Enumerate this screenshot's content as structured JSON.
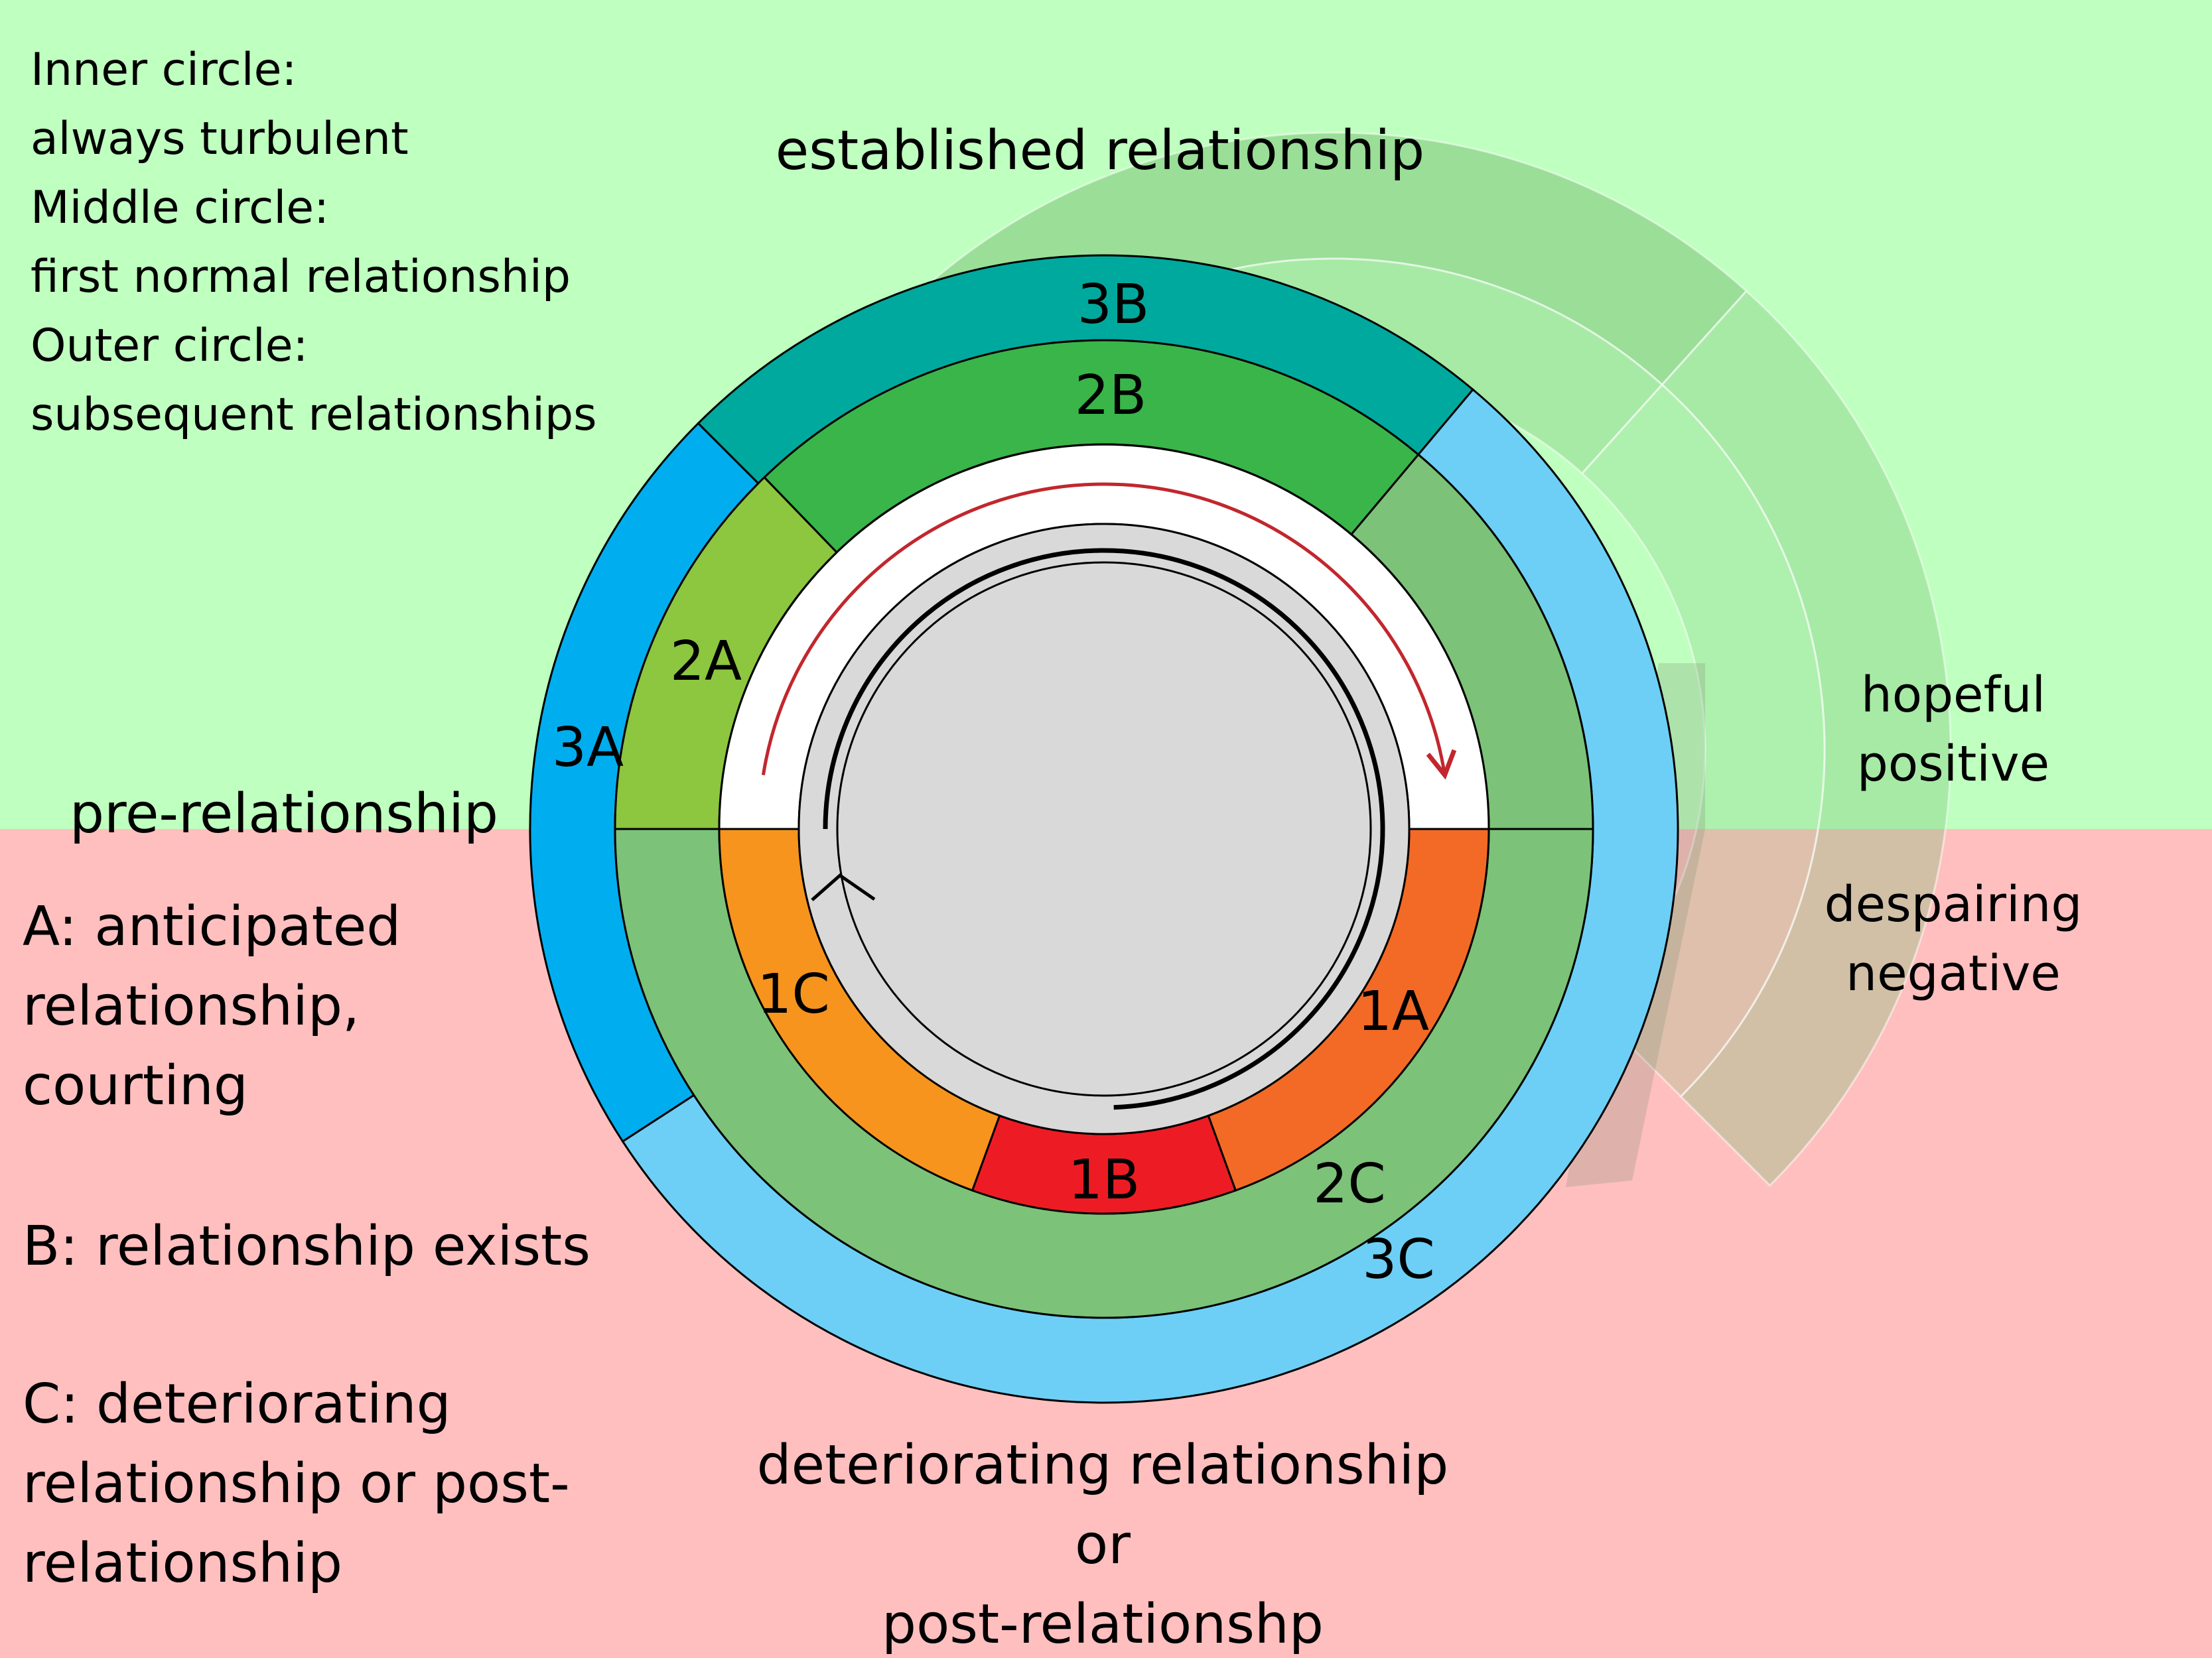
{
  "colors": {
    "positive_bg": "#bfffbf",
    "negative_bg": "#ffbfbf",
    "seg_1A": "#f26a25",
    "seg_1B": "#ed1c24",
    "seg_1C": "#f7941d",
    "seg_2A": "#8dc63f",
    "seg_2B": "#39b54a",
    "seg_2C": "#7cc278",
    "seg_3A": "#00aeef",
    "seg_3B": "#00a99d",
    "seg_3C": "#6dcff6",
    "core": "#d9d9d9",
    "arrow_red": "#c1272d",
    "ghost_green": "#7cc278"
  },
  "legend": {
    "lines": [
      "Inner circle:",
      "always turbulent",
      "Middle circle:",
      "first normal relationship",
      "Outer circle:",
      "subsequent relationships"
    ]
  },
  "phases": {
    "established": "established relationship",
    "pre": "pre-relationship",
    "deteriorating_line1": "deteriorating relationship",
    "deteriorating_line2": "or",
    "deteriorating_line3": "post-relationshp"
  },
  "key": {
    "a_line1": "A: anticipated",
    "a_line2": "relationship,",
    "a_line3": "courting",
    "b_line1": "B: relationship exists",
    "c_line1": "C: deteriorating",
    "c_line2": "relationship or post-",
    "c_line3": "relationship"
  },
  "side": {
    "hopeful": "hopeful",
    "positive": "positive",
    "despairing": "despairing",
    "negative": "negative"
  },
  "segments": {
    "s1A": "1A",
    "s1B": "1B",
    "s1C": "1C",
    "s2A": "2A",
    "s2B": "2B",
    "s2C": "2C",
    "s3A": "3A",
    "s3B": "3B",
    "s3C": "3C"
  }
}
